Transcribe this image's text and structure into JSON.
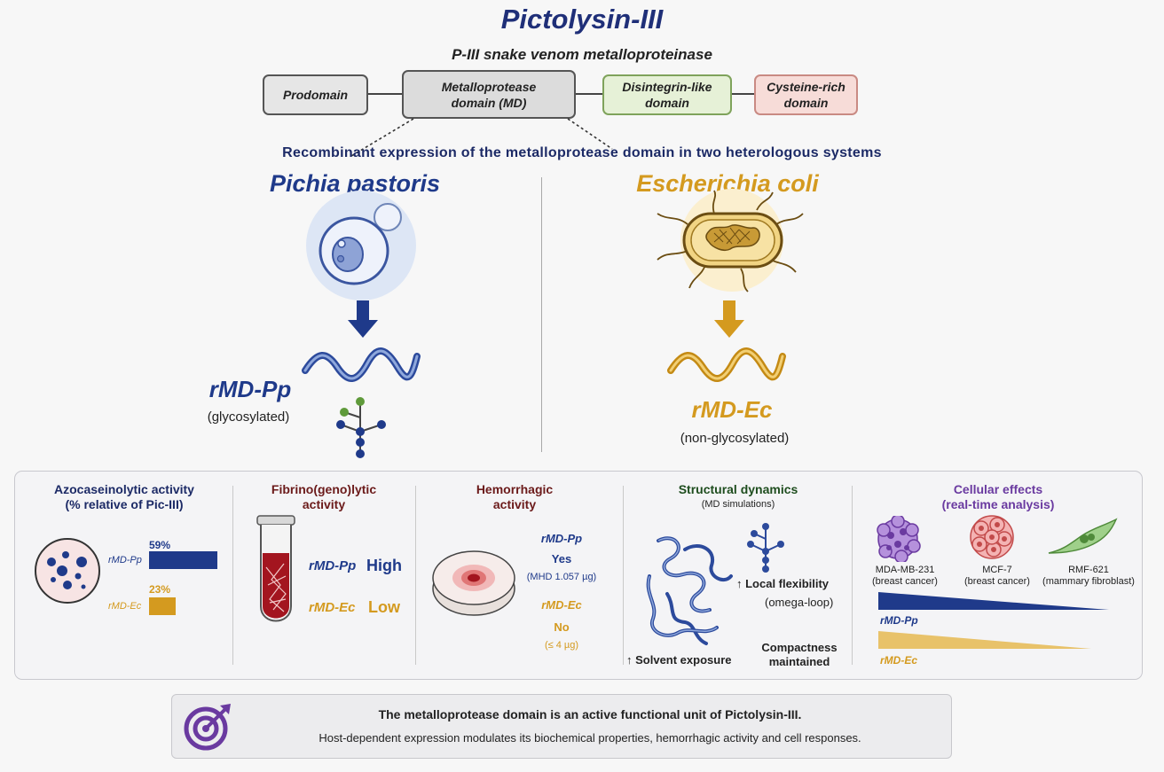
{
  "header": {
    "title": "Pictolysin-III",
    "subtitle": "P-III snake venom metalloproteinase"
  },
  "domains": {
    "prodomain": "Prodomain",
    "metalloprotease": "Metalloprotease domain (MD)",
    "disintegrin": "Disintegrin-like domain",
    "cysteine": "Cysteine-rich domain"
  },
  "recombinant_text": "Recombinant expression of the metalloprotease domain in two heterologous systems",
  "pichia": {
    "title": "Pichia pastoris",
    "product": "rMD-Pp",
    "note": "(glycosylated)"
  },
  "ecoli": {
    "title": "Escherichia coli",
    "product": "rMD-Ec",
    "note": "(non-glycosylated)"
  },
  "azo": {
    "title_line1": "Azocaseinolytic activity",
    "title_line2": "(% relative of Pic-III)",
    "pp_label": "rMD-Pp",
    "pp_value": "59%",
    "ec_label": "rMD-Ec",
    "ec_value": "23%",
    "pp_fraction": 0.59,
    "ec_fraction": 0.23
  },
  "fibrino": {
    "title_line1": "Fibrino(geno)lytic",
    "title_line2": "activity",
    "pp_label": "rMD-Pp",
    "pp_value": "High",
    "ec_label": "rMD-Ec",
    "ec_value": "Low"
  },
  "hemo": {
    "title_line1": "Hemorrhagic",
    "title_line2": "activity",
    "pp_label": "rMD-Pp",
    "pp_value": "Yes",
    "pp_detail": "(MHD 1.057 µg)",
    "ec_label": "rMD-Ec",
    "ec_value": "No",
    "ec_detail": "(≤ 4 µg)"
  },
  "structural": {
    "title": "Structural dynamics",
    "subtitle": "(MD simulations)",
    "local_flex": "↑ Local flexibility",
    "omega": "(omega-loop)",
    "solvent": "↑ Solvent exposure",
    "compact_line1": "Compactness",
    "compact_line2": "maintained"
  },
  "cellular": {
    "title_line1": "Cellular effects",
    "title_line2": "(real-time analysis)",
    "cells": [
      {
        "name": "MDA-MB-231",
        "type": "(breast cancer)"
      },
      {
        "name": "MCF-7",
        "type": "(breast cancer)"
      },
      {
        "name": "RMF-621",
        "type": "(mammary fibroblast)"
      }
    ],
    "pp_label": "rMD-Pp",
    "ec_label": "rMD-Ec"
  },
  "summary": {
    "line1": "The metalloprotease domain is an active functional unit of Pictolysin-III.",
    "line2": "Host-dependent expression modulates its biochemical properties, hemorrhagic activity and cell responses."
  },
  "colors": {
    "navy": "#1f3a8a",
    "gold": "#d49a1f",
    "dark_red": "#6b1a1a",
    "green_title": "#1e4d1e",
    "purple": "#6a3aa0"
  }
}
